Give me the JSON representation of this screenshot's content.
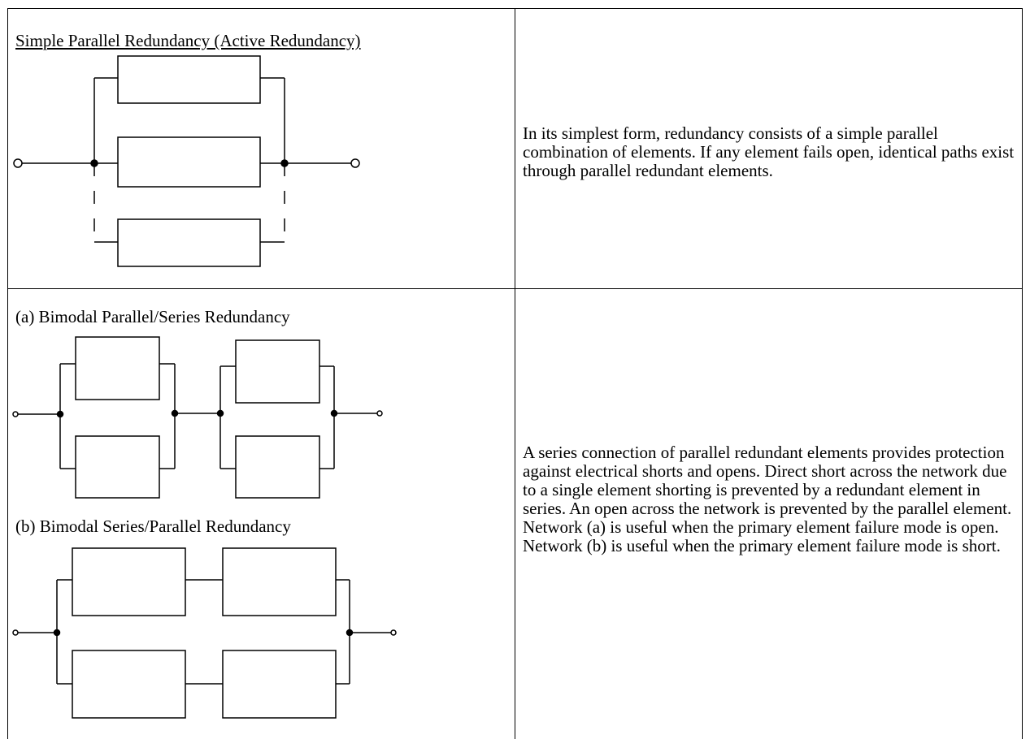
{
  "row1": {
    "title": "Simple Parallel Redundancy (Active Redundancy)",
    "description": "In its simplest form, redundancy consists of a simple parallel combination of elements.  If any element fails open, identical paths exist through parallel redundant elements."
  },
  "row2": {
    "title_a": "(a)  Bimodal Parallel/Series Redundancy",
    "title_b": "(b)  Bimodal Series/Parallel Redundancy",
    "description": "A series connection of parallel redundant elements provides protection against electrical shorts and opens.  Direct short across the network due to a single element shorting is prevented by a redundant element in series.  An open across the network is prevented by the parallel element.  Network (a) is useful when the primary element failure mode is open. Network (b) is useful when the primary element failure mode is short."
  },
  "colors": {
    "line": "#000000",
    "background": "#ffffff"
  }
}
